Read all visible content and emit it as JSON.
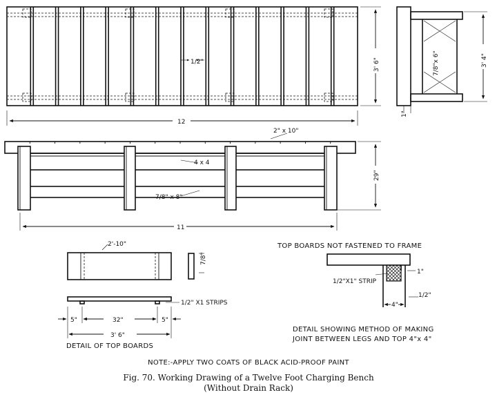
{
  "labels": {
    "top_width": "3' 6\"",
    "end_height": "3' 4\"",
    "end_board": "7/8\"x 6\"",
    "half_gap": "1/2\"",
    "end_offset": "1\"",
    "bench_length": "12",
    "top_board": "2\" x 10\"",
    "post": "4 x 4",
    "rail": "7/8\" x 8\"",
    "bench_height": "29\"",
    "frame_length": "11",
    "detail_length": "2'-10\"",
    "detail_thick": "7/8\"",
    "strips": "1/2\" X1  STRIPS",
    "dim_5a": "5\"",
    "dim_32": "32\"",
    "dim_5b": "5\"",
    "dim_36": "3' 6\"",
    "detail_title": "DETAIL OF TOP BOARDS",
    "not_fastened": "TOP BOARDS NOT FASTENED TO FRAME",
    "strip_joint": "1/2\"X1\" STRIP",
    "joint_1": "1\"",
    "joint_half": "1/2\"",
    "joint_4": "4\"",
    "joint_desc_1": "DETAIL SHOWING METHOD OF MAKING",
    "joint_desc_2": "JOINT BETWEEN LEGS AND TOP 4\"x 4\"",
    "note": "NOTE:-APPLY TWO COATS OF BLACK ACID-PROOF PAINT",
    "caption_1": "Fig. 70.  Working Drawing of a Twelve Foot Charging Bench",
    "caption_2": "(Without Drain Rack)"
  }
}
